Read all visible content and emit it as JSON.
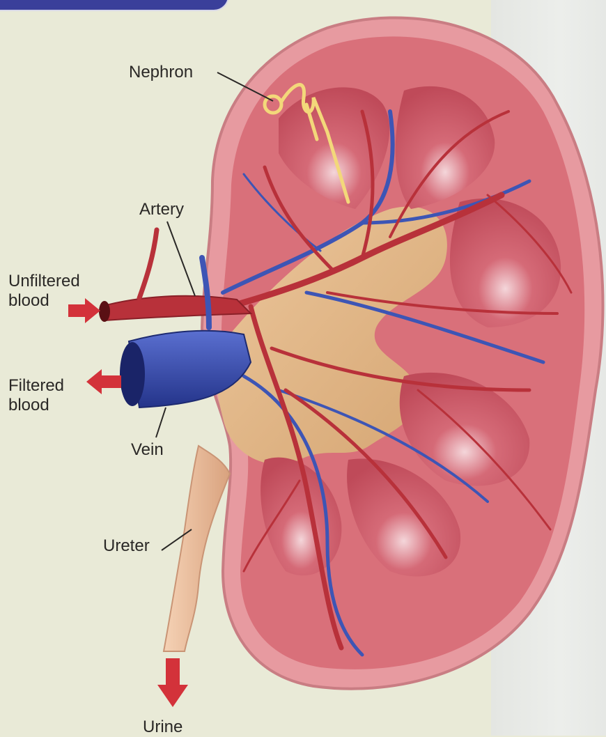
{
  "labels": {
    "nephron": "Nephron",
    "artery": "Artery",
    "unfiltered_blood": "Unfiltered\nblood",
    "filtered_blood": "Filtered\nblood",
    "vein": "Vein",
    "ureter": "Ureter",
    "urine": "Urine"
  },
  "colors": {
    "capsule": "#e79aa0",
    "cortex": "#d9707a",
    "pyramid": "#c4505e",
    "pelvis": "#e2b888",
    "artery": "#b8313a",
    "vein": "#3d55b5",
    "ureter": "#ecbf9e",
    "nephron": "#f3d87a",
    "flow_arrow": "#d3323a"
  }
}
